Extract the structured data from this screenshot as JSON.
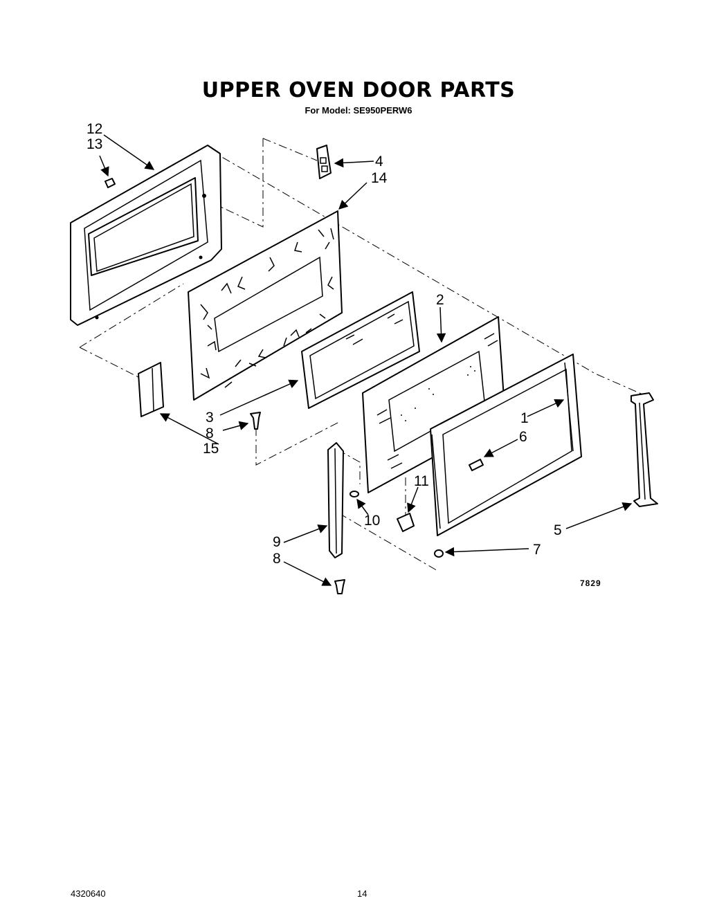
{
  "header": {
    "title": "UPPER OVEN DOOR PARTS",
    "subtitle": "For Model: SE950PERW6"
  },
  "callouts": [
    {
      "id": "c12",
      "text": "12"
    },
    {
      "id": "c13",
      "text": "13"
    },
    {
      "id": "c4",
      "text": "4"
    },
    {
      "id": "c14",
      "text": "14"
    },
    {
      "id": "c2",
      "text": "2"
    },
    {
      "id": "c3",
      "text": "3"
    },
    {
      "id": "c8a",
      "text": "8"
    },
    {
      "id": "c15",
      "text": "15"
    },
    {
      "id": "c1",
      "text": "1"
    },
    {
      "id": "c6",
      "text": "6"
    },
    {
      "id": "c11",
      "text": "11"
    },
    {
      "id": "c10",
      "text": "10"
    },
    {
      "id": "c9",
      "text": "9"
    },
    {
      "id": "c8b",
      "text": "8"
    },
    {
      "id": "c5",
      "text": "5"
    },
    {
      "id": "c7",
      "text": "7"
    }
  ],
  "diagram_ref": "7829",
  "footer": {
    "document_number": "4320640",
    "page_number": "14"
  }
}
